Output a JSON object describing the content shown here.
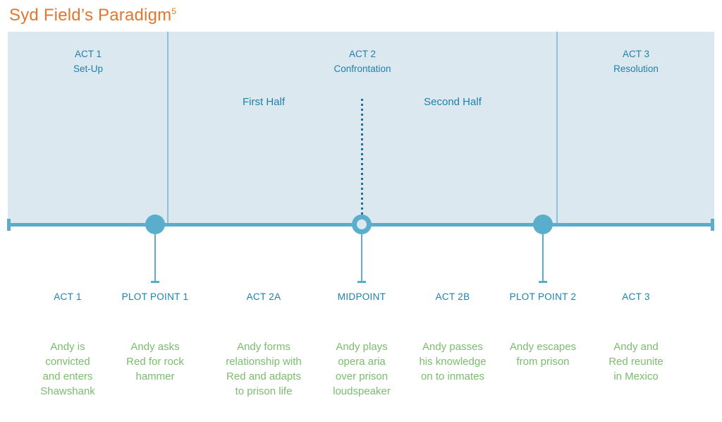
{
  "title": {
    "text": "Syd Field’s Paradigm",
    "footnote": "5"
  },
  "acts": [
    {
      "header": "ACT 1\nSet-Up"
    },
    {
      "header": "ACT 2\nConfrontation"
    },
    {
      "header": "ACT 3\nResolution"
    }
  ],
  "halves": [
    {
      "label": "First Half"
    },
    {
      "label": "Second Half"
    }
  ],
  "columns": [
    {
      "label": "ACT 1",
      "description": "Andy is\nconvicted\nand enters\nShawshank"
    },
    {
      "label": "PLOT POINT 1",
      "description": "Andy asks\nRed for rock\nhammer"
    },
    {
      "label": "ACT 2A",
      "description": "Andy forms\nrelationship with\nRed and adapts\nto prison life"
    },
    {
      "label": "MIDPOINT",
      "description": "Andy plays\nopera aria\nover prison\nloudspeaker"
    },
    {
      "label": "ACT 2B",
      "description": "Andy passes\nhis knowledge\non to inmates"
    },
    {
      "label": "PLOT POINT 2",
      "description": "Andy escapes\nfrom prison"
    },
    {
      "label": "ACT 3",
      "description": "Andy and\nRed reunite\nin Mexico"
    }
  ],
  "colors": {
    "title_orange": "#E2762D",
    "text_teal": "#1E81AA",
    "timeline_teal": "#5BAECB",
    "panel_fill": "#DBE8F0",
    "divider_teal": "#8DC3D9",
    "dotted_teal": "#1B7099",
    "description_green": "#7ABD6C"
  }
}
